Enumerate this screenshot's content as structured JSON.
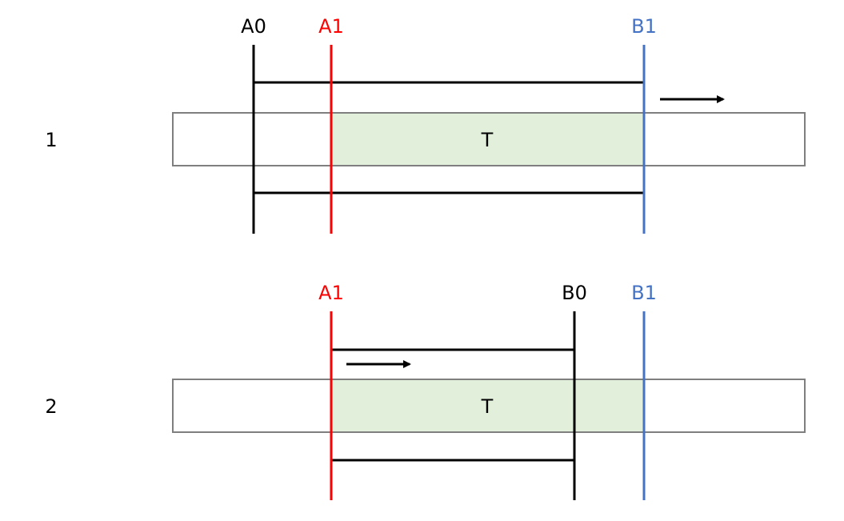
{
  "colors": {
    "black": "#000000",
    "red": "#ff0000",
    "blue": "#4472c4",
    "green_fill": "#e2efda",
    "track_border": "#7f7f7f"
  },
  "panel1": {
    "row_label": "1",
    "segment_label": "T",
    "markers": {
      "a0": "A0",
      "a1": "A1",
      "b1": "B1"
    }
  },
  "panel2": {
    "row_label": "2",
    "segment_label": "T",
    "markers": {
      "a1": "A1",
      "b0": "B0",
      "b1": "B1"
    }
  }
}
